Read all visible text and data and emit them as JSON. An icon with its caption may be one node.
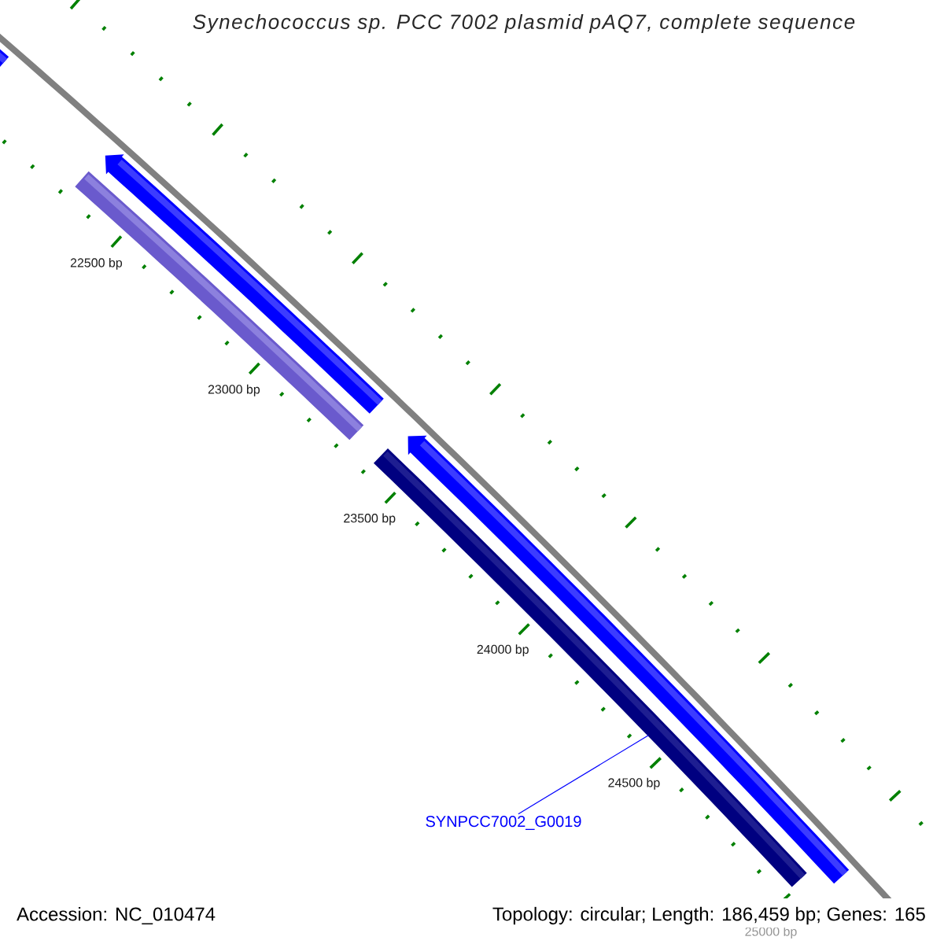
{
  "diagram": {
    "title": "Synechococcus sp. PCC 7002 plasmid pAQ7, complete sequence",
    "nodes": [
      {
        "text": [
          "SYNPCC7002_G0019"
        ]
      },
      {
        "text": [],
        "shape": "bar"
      }
    ],
    "edges": [
      {
        "from": 0,
        "to": 1,
        "arrow": "none"
      }
    ],
    "labels": [
      "22500 bp",
      "23000 bp",
      "23500 bp",
      "24000 bp",
      "24500 bp",
      "25000 bp",
      "Accession: NC_010474",
      "Topology: circular; Length: 186,459 bp; Genes: 165"
    ]
  }
}
